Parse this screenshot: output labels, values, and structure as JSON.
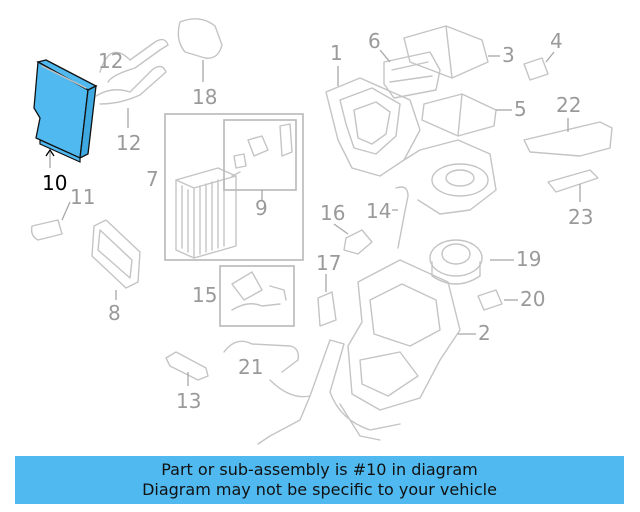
{
  "highlight_color": "#4fb9f0",
  "highlighted_part": "10",
  "labels": {
    "l1": "1",
    "l2": "2",
    "l3": "3",
    "l4": "4",
    "l5": "5",
    "l6": "6",
    "l7": "7",
    "l8": "8",
    "l9": "9",
    "l10": "10",
    "l11": "11",
    "l12a": "12",
    "l12b": "12",
    "l13": "13",
    "l14": "14",
    "l15": "15",
    "l16": "16",
    "l17": "17",
    "l18": "18",
    "l19": "19",
    "l20": "20",
    "l21": "21",
    "l22": "22",
    "l23": "23"
  },
  "caption": {
    "line1": "Part or sub-assembly is #10 in diagram",
    "line2": "Diagram may not be specific to your vehicle"
  }
}
